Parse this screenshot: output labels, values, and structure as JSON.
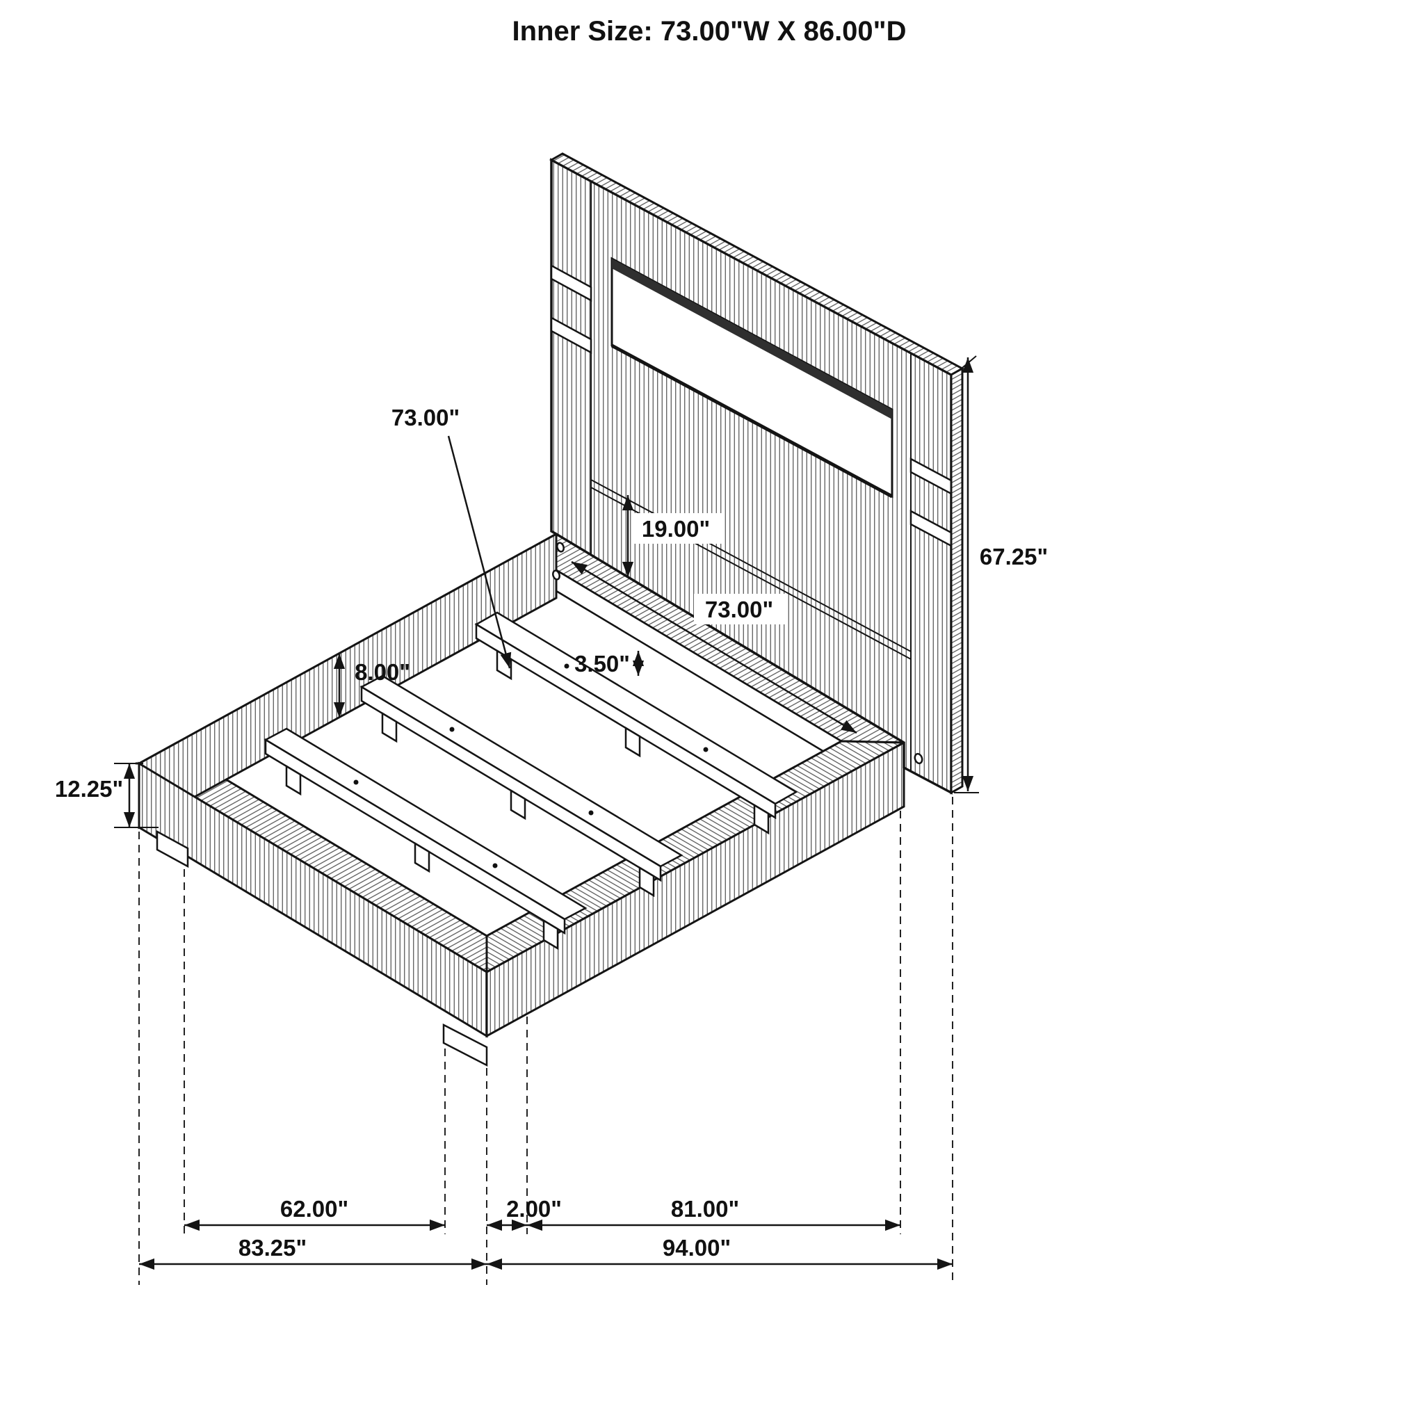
{
  "page": {
    "title": "Inner Size: 73.00\"W X 86.00\"D"
  },
  "annotations": {
    "slat_length": "73.00\"",
    "headboard_panel_gap": "19.00\"",
    "inner_width": "73.00\"",
    "slat_thickness": "3.50\"",
    "deck_depth": "8.00\"",
    "headboard_height": "67.25\"",
    "frame_height": "12.25\"",
    "base_width": "62.00\"",
    "outer_width": "83.25\"",
    "side_offset": "2.00\"",
    "side_rail_length": "81.00\"",
    "overall_depth": "94.00\""
  }
}
